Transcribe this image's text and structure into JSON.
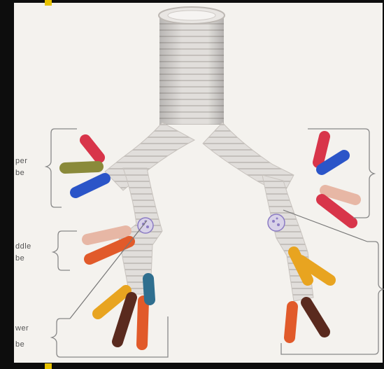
{
  "labels": {
    "upper": [
      "per",
      "be"
    ],
    "middle": [
      "ddle",
      "be"
    ],
    "lower": [
      "wer",
      "be"
    ]
  },
  "colors": {
    "trachea": "#dcd9d6",
    "ring": "#c9c5c1",
    "red": "#d8354a",
    "blue": "#2b55c8",
    "olive": "#8a8a3a",
    "orange": "#e15a2a",
    "yellow": "#e8a420",
    "brown": "#5a2a1e",
    "pink": "#e7b7a5",
    "teal": "#2f6f8f",
    "lymph": "#8c7cc4",
    "bracket": "#888888",
    "accent": "#e8c200"
  }
}
